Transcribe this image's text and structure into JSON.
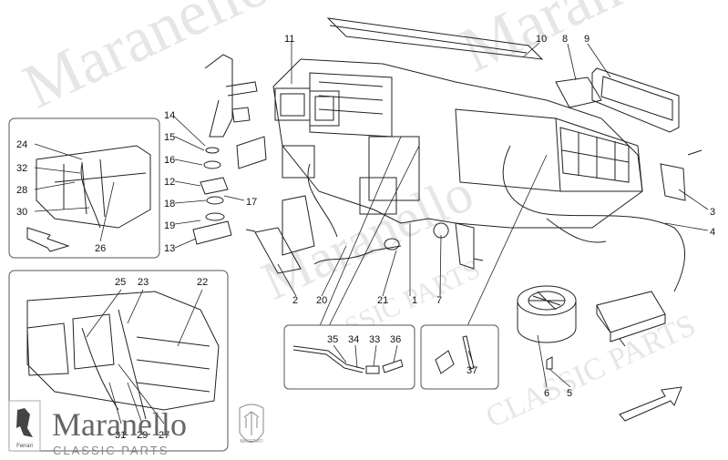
{
  "callouts": {
    "c1": "1",
    "c2": "2",
    "c3": "3",
    "c4": "4",
    "c5": "5",
    "c6": "6",
    "c7": "7",
    "c8": "8",
    "c9": "9",
    "c10": "10",
    "c11": "11",
    "c12": "12",
    "c13": "13",
    "c14": "14",
    "c15": "15",
    "c16": "16",
    "c17": "17",
    "c18": "18",
    "c19": "19",
    "c20": "20",
    "c21": "21",
    "c22": "22",
    "c23": "23",
    "c24": "24",
    "c25": "25",
    "c26": "26",
    "c27": "27",
    "c28": "28",
    "c29": "29",
    "c30": "30",
    "c31": "31",
    "c32": "32",
    "c33": "33",
    "c34": "34",
    "c35": "35",
    "c36": "36",
    "c37": "37"
  },
  "watermark": {
    "big": "Maranello",
    "small": "CLASSIC PARTS"
  },
  "branding": {
    "name": "Maranello",
    "sub": "CLASSIC PARTS",
    "maserati": "MASERATI",
    "ferrari": "Ferrari"
  },
  "colors": {
    "line": "#222222",
    "watermark": "#e6e6e6",
    "brand": "#666666"
  }
}
